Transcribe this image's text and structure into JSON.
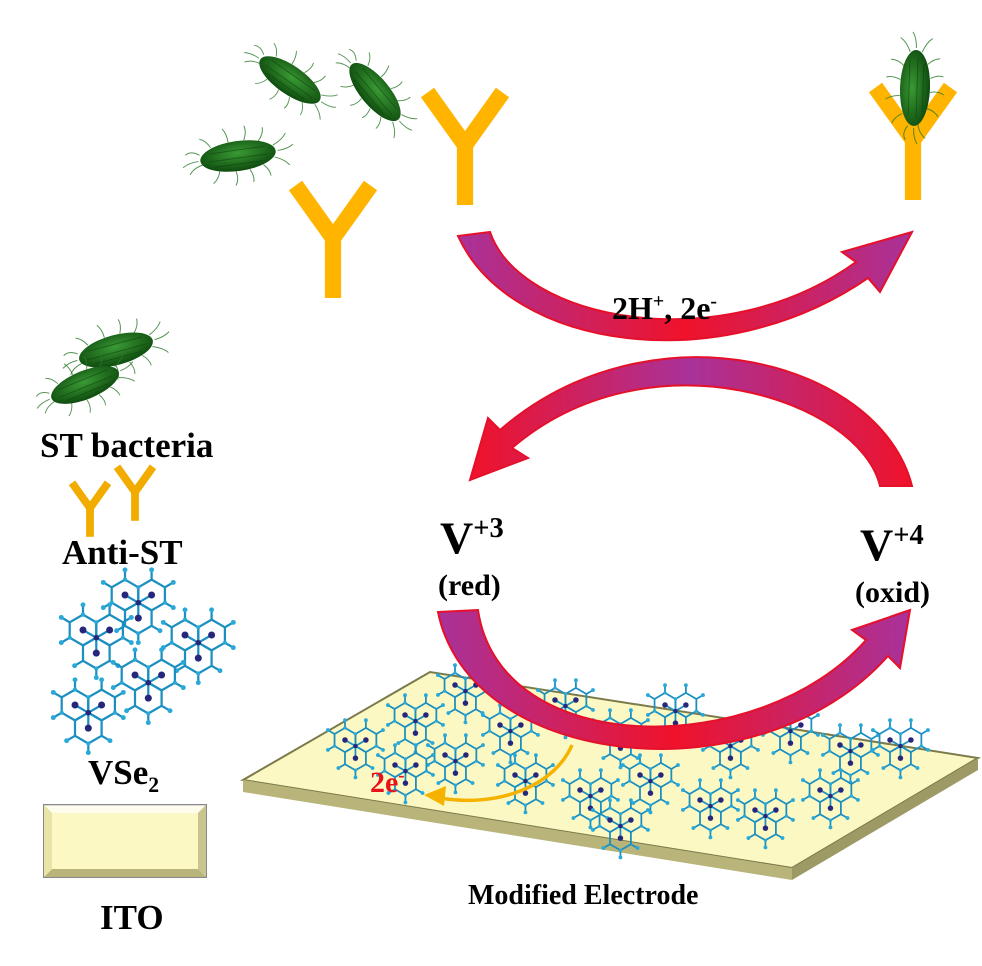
{
  "legend": {
    "bacteria_label": "ST bacteria",
    "antibody_label": "Anti-ST",
    "vse2_base": "VSe",
    "vse2_sub": "2",
    "ito_label": "ITO"
  },
  "electrode": {
    "label": "Modified Electrode",
    "electron_base": "2e",
    "electron_sup": "-"
  },
  "redox": {
    "v3_base": "V",
    "v3_sup": "+3",
    "v3_state": "(red)",
    "v4_base": "V",
    "v4_sup": "+4",
    "v4_state": "(oxid)",
    "proton_text": "2H",
    "proton_sup": "+",
    "proton_sep": ", 2e",
    "electron_sup": "-"
  },
  "colors": {
    "antibody": "#ffb400",
    "arrow_red": "#f0122a",
    "arrow_purple": "#a8329a",
    "ito_fill": "#fbf8c4",
    "bacteria": "#1e6b1c",
    "vse2_bond": "#1a8fc0",
    "vse2_atom": "#26267a",
    "electron_arrow": "#f5b300",
    "electron_text": "#e8121a"
  },
  "icons": [
    "bacterium-icon",
    "antibody-icon",
    "vse2-cluster-icon",
    "ito-slide-icon",
    "curved-arrow-icon"
  ]
}
